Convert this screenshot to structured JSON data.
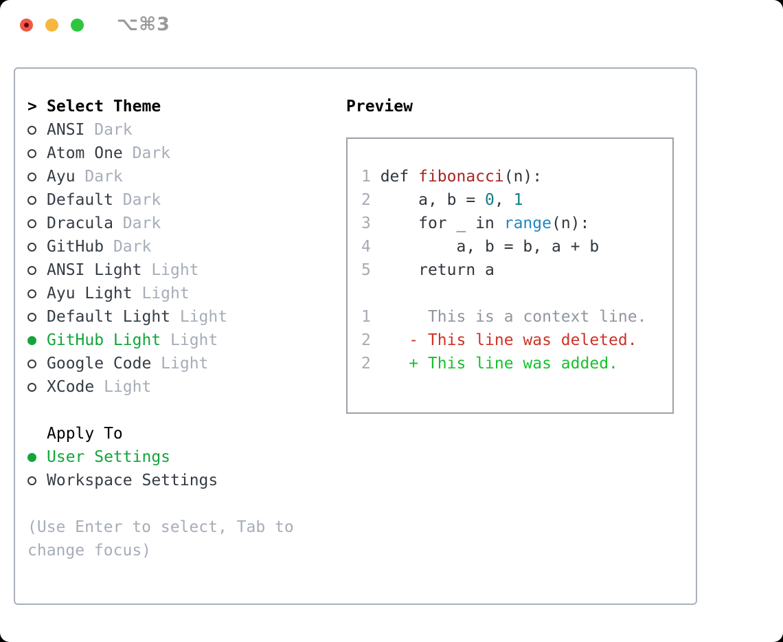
{
  "titlebar": {
    "shortcut_label": "⌥⌘3"
  },
  "theme_panel": {
    "header": {
      "prompt": ">",
      "label": "Select Theme"
    },
    "themes": [
      {
        "name": "ANSI",
        "variant": "Dark",
        "selected": false
      },
      {
        "name": "Atom One",
        "variant": "Dark",
        "selected": false
      },
      {
        "name": "Ayu",
        "variant": "Dark",
        "selected": false
      },
      {
        "name": "Default",
        "variant": "Dark",
        "selected": false
      },
      {
        "name": "Dracula",
        "variant": "Dark",
        "selected": false
      },
      {
        "name": "GitHub",
        "variant": "Dark",
        "selected": false
      },
      {
        "name": "ANSI Light",
        "variant": "Light",
        "selected": false
      },
      {
        "name": "Ayu Light",
        "variant": "Light",
        "selected": false
      },
      {
        "name": "Default Light",
        "variant": "Light",
        "selected": false
      },
      {
        "name": "GitHub Light",
        "variant": "Light",
        "selected": true
      },
      {
        "name": "Google Code",
        "variant": "Light",
        "selected": false
      },
      {
        "name": "XCode",
        "variant": "Light",
        "selected": false
      }
    ],
    "apply_to": {
      "label": "Apply To",
      "options": [
        {
          "name": "User Settings",
          "selected": true
        },
        {
          "name": "Workspace Settings",
          "selected": false
        }
      ]
    },
    "hint": "(Use Enter to select, Tab to change focus)"
  },
  "preview": {
    "title": "Preview",
    "lines": [
      {
        "name": "code-line",
        "segs": [
          [
            "1 ",
            "ln"
          ],
          [
            "def ",
            "d"
          ],
          [
            "fibonacci",
            "fn"
          ],
          [
            "(n):",
            "d"
          ]
        ]
      },
      {
        "name": "code-line",
        "segs": [
          [
            "2 ",
            "ln"
          ],
          [
            "    a, b = ",
            "d"
          ],
          [
            "0",
            "num"
          ],
          [
            ", ",
            "d"
          ],
          [
            "1",
            "num"
          ]
        ]
      },
      {
        "name": "code-line",
        "segs": [
          [
            "3 ",
            "ln"
          ],
          [
            "    for _ in ",
            "d"
          ],
          [
            "range",
            "bl"
          ],
          [
            "(n):",
            "d"
          ]
        ]
      },
      {
        "name": "code-line",
        "segs": [
          [
            "4 ",
            "ln"
          ],
          [
            "        a, b = b, a + b",
            "d"
          ]
        ]
      },
      {
        "name": "code-line",
        "segs": [
          [
            "5 ",
            "ln"
          ],
          [
            "    return a",
            "d"
          ]
        ]
      },
      {
        "name": "blank-line",
        "segs": []
      },
      {
        "name": "diff-context-line",
        "segs": [
          [
            "1 ",
            "ln"
          ],
          [
            "     This is a context line.",
            "ctx"
          ]
        ]
      },
      {
        "name": "diff-deleted-line",
        "segs": [
          [
            "2 ",
            "ln"
          ],
          [
            "   - This line was deleted.",
            "del"
          ]
        ]
      },
      {
        "name": "diff-added-line",
        "segs": [
          [
            "2 ",
            "ln"
          ],
          [
            "   + This line was added.",
            "add"
          ]
        ]
      }
    ]
  },
  "colors": {
    "tl-red": "#f1564b",
    "tl-red-dot": "#5d0f06",
    "tl-yellow": "#f6b73d",
    "tl-green": "#2ec63e",
    "title-gray": "#9a9a9a",
    "panel-border": "#a9b0ba",
    "box-border": "#9aa1a8",
    "item-dark": "#363c44",
    "muted-gray": "#a6adb8",
    "accent-green": "#13a53c",
    "line-no": "#a4abb5",
    "code-default": "#30363d",
    "code-func-red": "#a72621",
    "code-num-teal": "#0f7e86",
    "code-builtin-blue": "#2187c2",
    "diff-context": "#90969e",
    "diff-deleted": "#cc3326",
    "diff-added": "#15c22b"
  }
}
